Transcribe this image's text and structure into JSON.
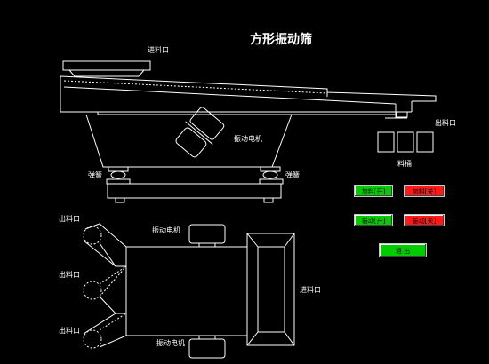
{
  "title": "方形振动筛",
  "labels": {
    "feed_inlet_top": "进料口",
    "motor_side": "振动电机",
    "spring_left": "弹簧",
    "spring_right": "弹簧",
    "outlet_side": "出料口",
    "bucket": "料桶",
    "motor_plan_top": "振动电机",
    "motor_plan_bottom": "振动电机",
    "feed_inlet_plan": "进料口",
    "outlet_plan_1": "出料口",
    "outlet_plan_2": "出料口",
    "outlet_plan_3": "出料口"
  },
  "buttons": {
    "feed_on": "加料[开]",
    "feed_off": "加料[关]",
    "vibrate_on": "振动[开]",
    "vibrate_off": "振动[关]",
    "exit": "退 出"
  },
  "colors": {
    "background": "#000000",
    "line": "#ffffff",
    "button_on": "#00cc00",
    "button_off": "#ff1a1a"
  }
}
